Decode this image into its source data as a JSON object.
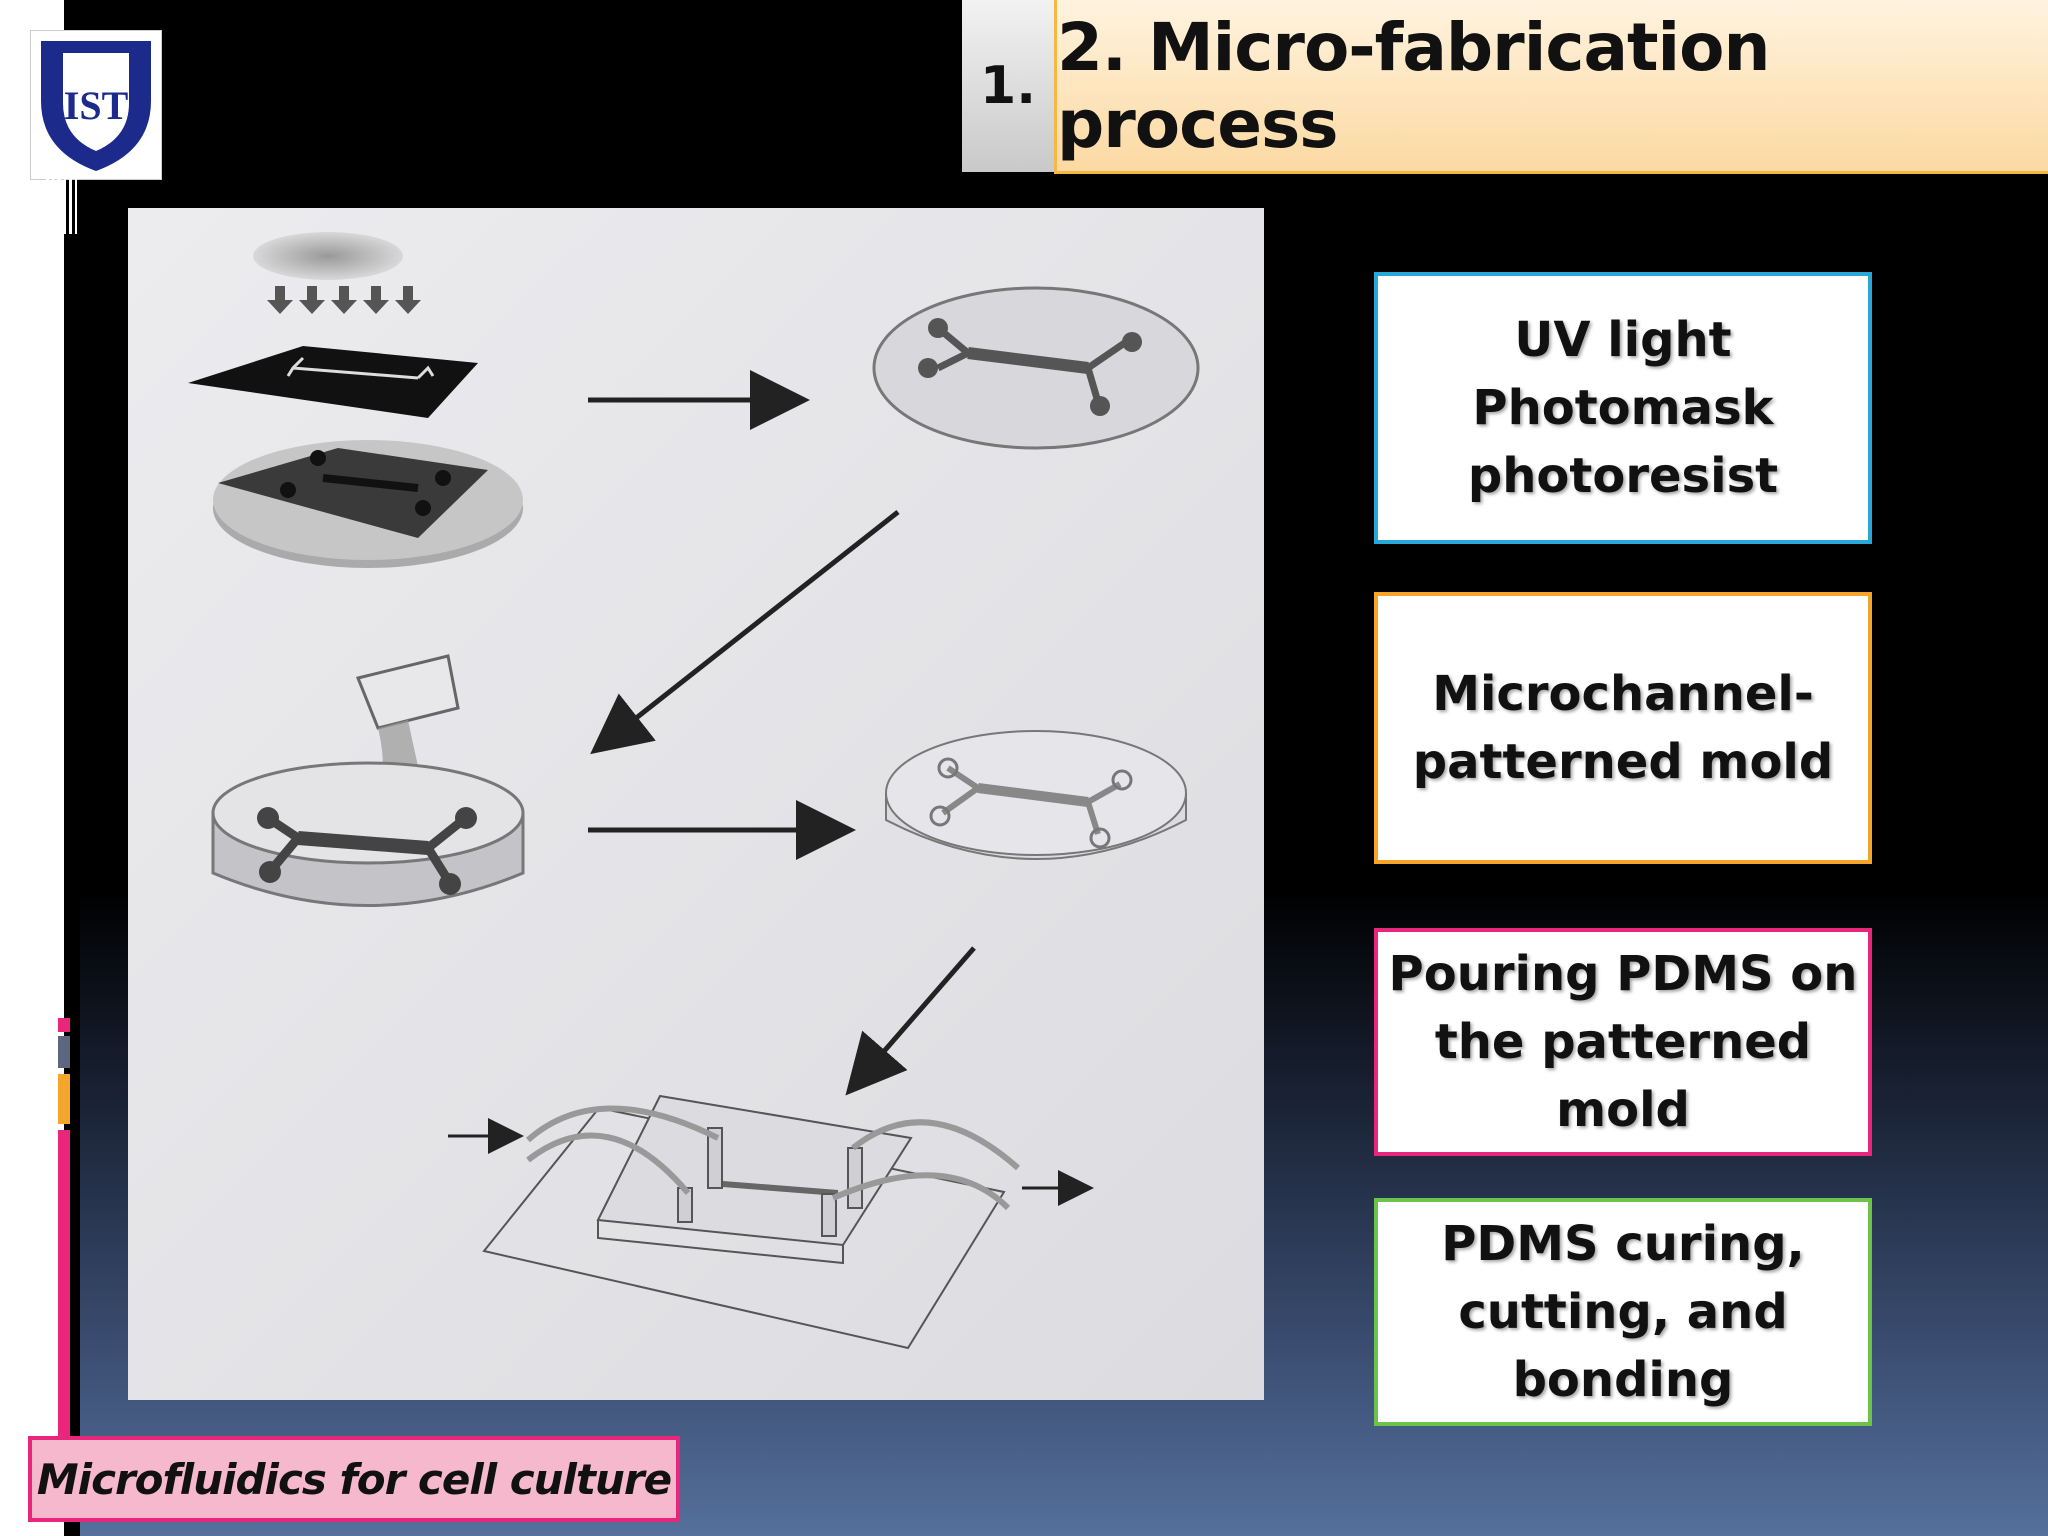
{
  "title": {
    "number": "1.",
    "text": "2. Micro-fabrication process"
  },
  "labels": [
    "UV light\nPhotomask\nphotoresist",
    "Microchannel-\npatterned mold",
    "Pouring PDMS on\nthe patterned\nmold",
    "PDMS curing,\ncutting, and\nbonding"
  ],
  "footer": "Microfluidics for cell culture",
  "logo": {
    "icon": "ist-shield-logo",
    "text": "IST"
  },
  "figure": {
    "icon": "microfabrication-diagram"
  },
  "colors": {
    "box1": "#29a8d8",
    "box2": "#f4a52a",
    "box3": "#e8267c",
    "box4": "#6cc24a",
    "title_bg": "#fcd9a2",
    "footer_bg": "#f5b8cc"
  }
}
